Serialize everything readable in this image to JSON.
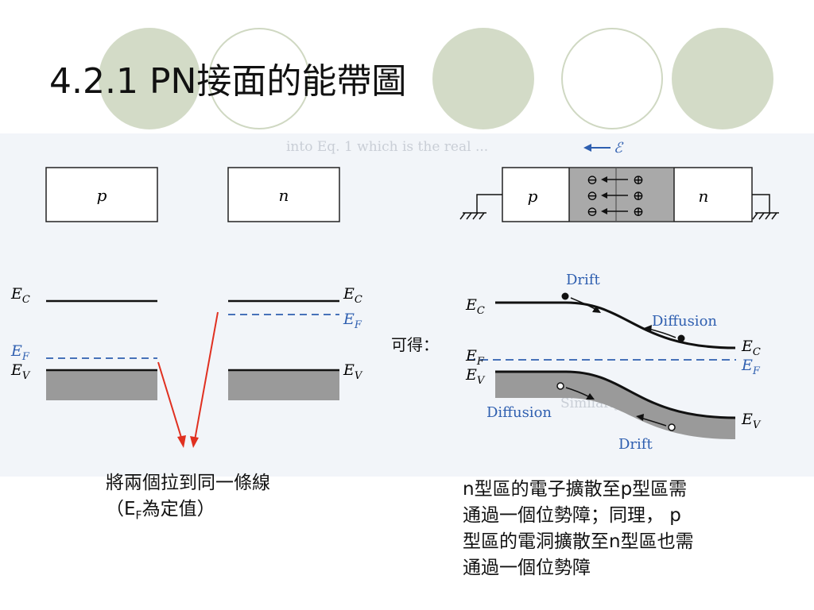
{
  "title": {
    "prefix": "4.2.1 PN",
    "suffix": "接面的能帶圖"
  },
  "left_figure": {
    "p_label": "p",
    "n_label": "n",
    "ec_label": "C",
    "ef_label": "F",
    "ev_label": "V",
    "e_letter": "E"
  },
  "right_figure": {
    "p_label": "p",
    "n_label": "n",
    "field_symbol": "ℰ",
    "minus_symbol": "⊖",
    "plus_symbol": "⊕",
    "drift_top": "Drift",
    "diffusion_top": "Diffusion",
    "diffusion_bottom": "Diffusion",
    "drift_bottom": "Drift",
    "e_letter": "E",
    "ec_sub": "C",
    "ef_sub": "F",
    "ev_sub": "V"
  },
  "background_text": {
    "line1": "into Eq. 1 which is the real ...",
    "line2": "Similarly ..."
  },
  "result_label": "可得：",
  "left_note": {
    "line1": "將兩個拉到同一條線",
    "line2_open": "（E",
    "line2_sub": "F",
    "line2_rest": "為定值）"
  },
  "right_note": {
    "line1": "n型區的電子擴散至p型區需",
    "line2": "通過一個位勢障；同理， p",
    "line3": "型區的電洞擴散至n型區也需",
    "line4": "通過一個位勢障"
  },
  "colors": {
    "circle_fill": "#d3dbc7",
    "fermi_dashed": "#2f5fb0",
    "arrow": "#e03020",
    "band_shade": "#9a9a9a"
  }
}
